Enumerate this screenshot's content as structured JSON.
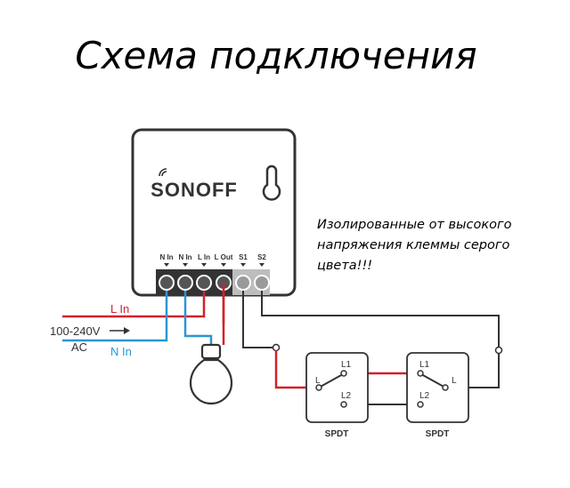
{
  "title": "Схема подключения",
  "note": "Изолированные от высокого напряжения клеммы серого цвета!!!",
  "device": {
    "brand": "SONOFF",
    "terminals": [
      "N In",
      "N In",
      "L In",
      "L Out",
      "S1",
      "S2"
    ]
  },
  "supply": {
    "voltage": "100-240V",
    "ac": "AC",
    "l_in": "L In",
    "n_in": "N In"
  },
  "switches": [
    {
      "name": "SPDT",
      "l": "L",
      "l1": "L1",
      "l2": "L2"
    },
    {
      "name": "SPDT",
      "l": "L",
      "l1": "L1",
      "l2": "L2"
    }
  ],
  "colors": {
    "live": "#d4202a",
    "neutral": "#2b95d6",
    "low_voltage": "#333333",
    "terminal_grey": "#8f8f8f",
    "terminal_dark": "#333333"
  }
}
